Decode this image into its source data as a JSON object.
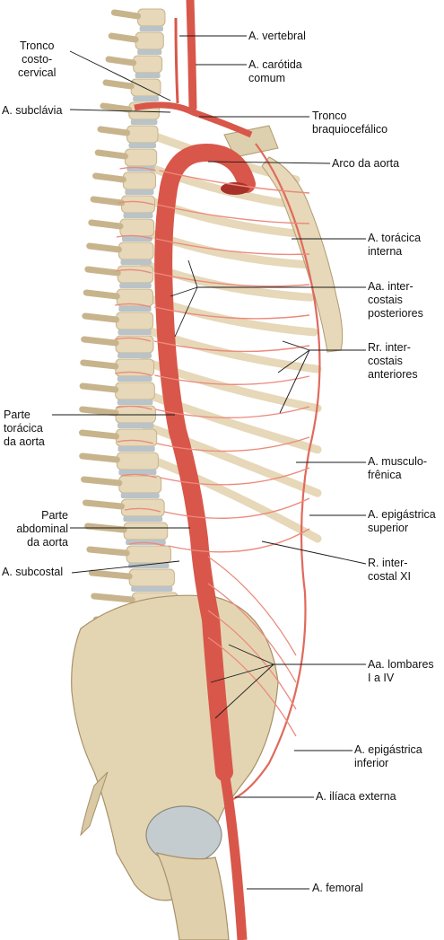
{
  "colors": {
    "bone": "#e6d8b8",
    "bone_shade": "#c8b48c",
    "disc": "#b9c3c8",
    "artery": "#d8574a",
    "artery_light": "#ec8a7c",
    "leader": "#1a1a1a"
  },
  "labels": {
    "vertebral": "A. vertebral",
    "carotida": "A. carótida\ncomum",
    "tronco_costocervical": "Tronco\ncosto-\ncervical",
    "subclavia": "A. subclávia",
    "tronco_braquio": "Tronco\nbraquiocefálico",
    "arco_aorta": "Arco da aorta",
    "toracica_interna": "A. torácica\ninterna",
    "intercostais_post": "Aa. inter-\ncostais\nposteriores",
    "rr_intercostais_ant": "Rr. inter-\ncostais\nanteriores",
    "parte_toracica": "Parte\ntorácica\nda aorta",
    "musculofrenica": "A. musculo-\nfrênica",
    "parte_abdominal": "Parte\nabdominal\nda aorta",
    "epigastrica_sup": "A. epigástrica\nsuperior",
    "subcostal": "A. subcostal",
    "intercostal_xi": "R. inter-\ncostal XI",
    "lombares": "Aa. lombares\nI a IV",
    "epigastrica_inf": "A. epigástrica\ninferior",
    "iliaca_externa": "A. ilíaca externa",
    "femoral": "A. femoral"
  }
}
